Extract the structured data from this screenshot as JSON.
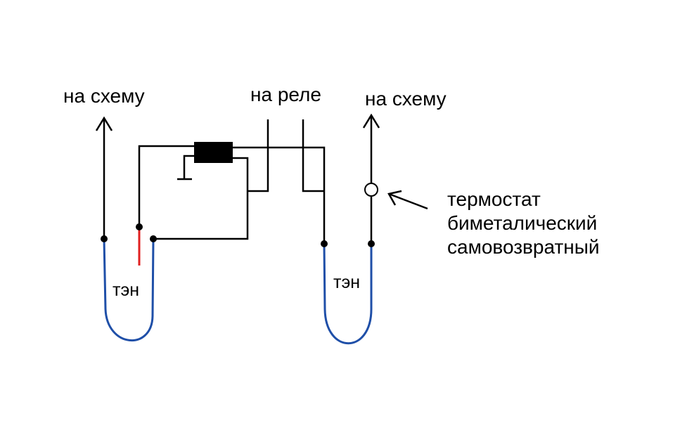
{
  "labels": {
    "to_circuit_left": "на схему",
    "to_relay": "на реле",
    "to_circuit_right": "на схему",
    "heater_left": "тэн",
    "heater_right": "тэн",
    "thermostat_line1": "термостат",
    "thermostat_line2": "биметалический",
    "thermostat_line3": "самовозвратный"
  },
  "colors": {
    "wire": "#000000",
    "heater": "#1f4fa8",
    "sensor": "#e02020",
    "component": "#000000",
    "background": "#ffffff"
  }
}
